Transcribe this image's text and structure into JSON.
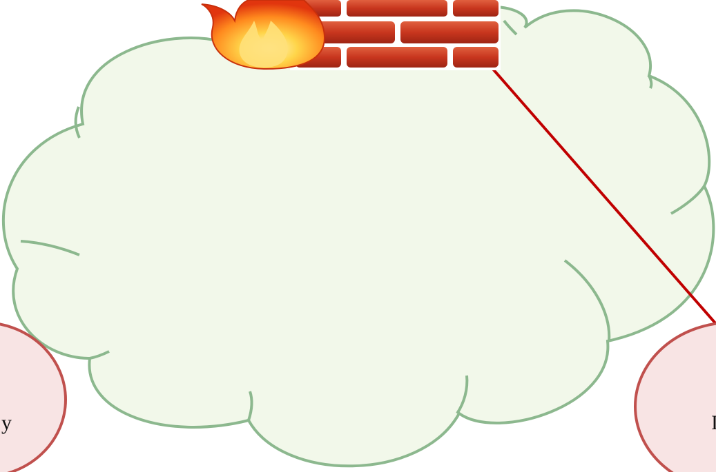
{
  "diagram": {
    "left_node": {
      "label": "y"
    },
    "right_node": {
      "label": "I"
    }
  },
  "colors": {
    "cloud_fill": "#f2f8ea",
    "cloud_stroke": "#8cb88e",
    "ellipse_fill": "#f8e4e4",
    "ellipse_stroke": "#c0504d",
    "connector": "#c00000",
    "brick": "#c0392b",
    "flame_outer": "#e83a10",
    "flame_inner": "#ffd54a"
  },
  "icons": [
    "firewall-icon",
    "flame-icon",
    "cloud-shape"
  ]
}
